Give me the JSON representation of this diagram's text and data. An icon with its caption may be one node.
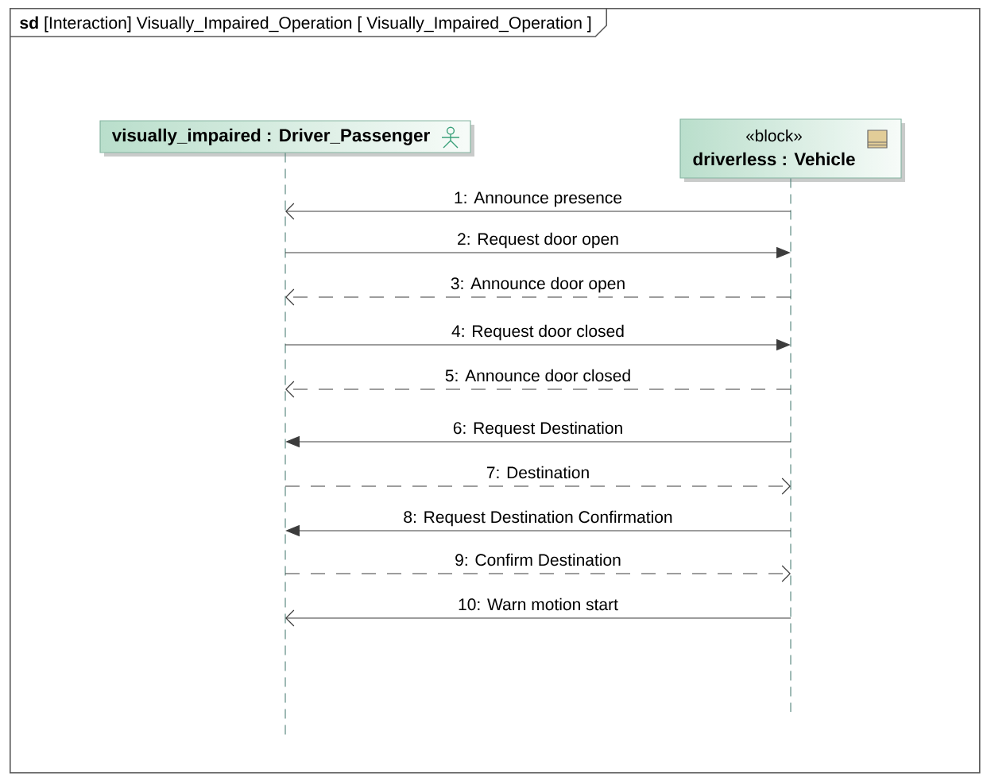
{
  "diagram": {
    "nodes": [
      {
        "text": [
          "**sd** [Interaction] Visually_Impaired_Operation [ Visually_Impaired_Operation ]"
        ]
      },
      {
        "text": [
          "visually_impaired : Driver_Passenger"
        ],
        "in": 0
      },
      {
        "text": [
          "«block»",
          "driverless : Vehicle"
        ],
        "in": 0
      }
    ],
    "edges": [
      {
        "from": 2,
        "to": 1,
        "arrow": "to",
        "label": "1: Announce presence"
      },
      {
        "from": 1,
        "to": 2,
        "arrow": "to",
        "label": "2: Request door open"
      },
      {
        "from": 2,
        "to": 1,
        "arrow": "to",
        "label": "3: Announce door open",
        "style": "dashed"
      },
      {
        "from": 1,
        "to": 2,
        "arrow": "to",
        "label": "4: Request door closed"
      },
      {
        "from": 2,
        "to": 1,
        "arrow": "to",
        "label": "5: Announce door closed",
        "style": "dashed"
      },
      {
        "from": 2,
        "to": 1,
        "arrow": "to",
        "label": "6: Request Destination"
      },
      {
        "from": 1,
        "to": 2,
        "arrow": "to",
        "label": "7: Destination",
        "style": "dashed"
      },
      {
        "from": 2,
        "to": 1,
        "arrow": "to",
        "label": "8: Request Destination Confirmation"
      },
      {
        "from": 1,
        "to": 2,
        "arrow": "to",
        "label": "9: Confirm Destination",
        "style": "dashed"
      },
      {
        "from": 2,
        "to": 1,
        "arrow": "to",
        "label": "10: Warn motion start"
      }
    ]
  }
}
